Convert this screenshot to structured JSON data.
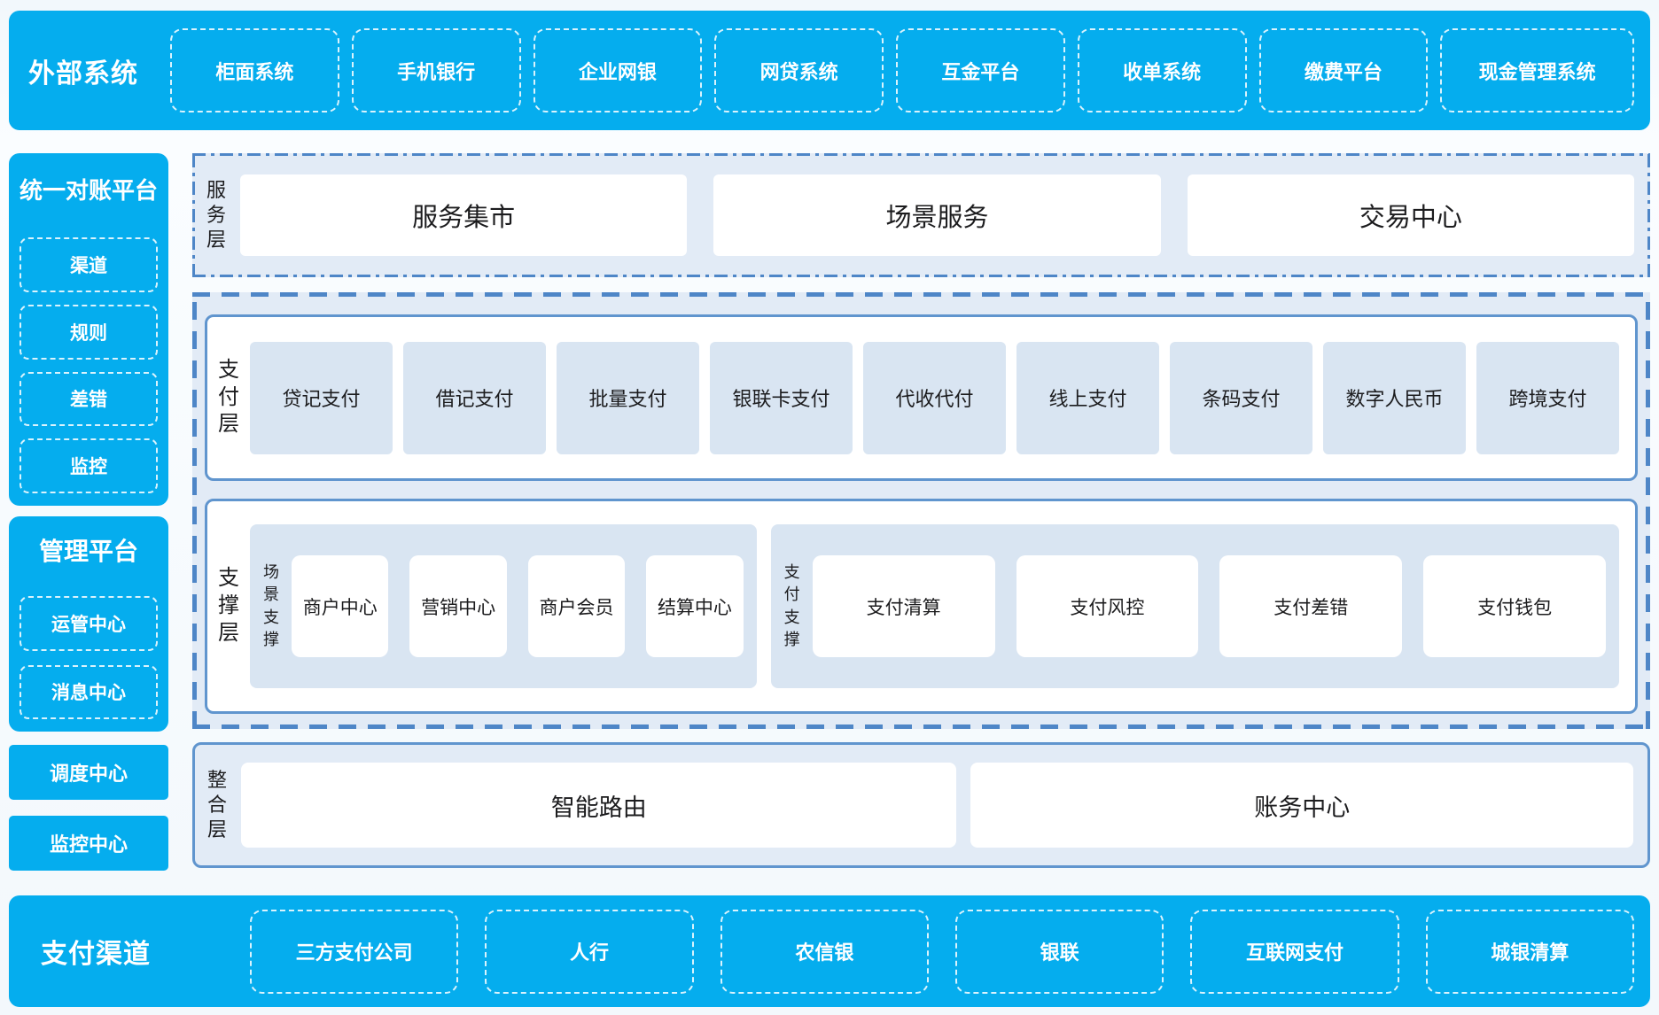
{
  "colors": {
    "accent_blue": "#05ADEE",
    "section_bg": "#E2EBF6",
    "tile_bg": "#D9E5F2",
    "panel_border": "#6095CE",
    "dash_border": "#4E86C7",
    "ink": "#1C1C1E"
  },
  "top_banner": {
    "title": "外部系统",
    "items": [
      "柜面系统",
      "手机银行",
      "企业网银",
      "网贷系统",
      "互金平台",
      "收单系统",
      "缴费平台",
      "现金管理系统"
    ]
  },
  "sidebar": {
    "recon_platform": {
      "title": "统一对账平台",
      "items": [
        "渠道",
        "规则",
        "差错",
        "监控"
      ]
    },
    "mgmt_platform": {
      "title": "管理平台",
      "items": [
        "运管中心",
        "消息中心"
      ]
    },
    "solo_items": [
      "调度中心",
      "监控中心"
    ]
  },
  "service_layer": {
    "label": "服务层",
    "items": [
      "服务集市",
      "场景服务",
      "交易中心"
    ]
  },
  "payment_layer": {
    "label": "支付层",
    "items": [
      "贷记支付",
      "借记支付",
      "批量支付",
      "银联卡支付",
      "代收代付",
      "线上支付",
      "条码支付",
      "数字人民币",
      "跨境支付"
    ]
  },
  "support_layer": {
    "label": "支撑层",
    "groups": [
      {
        "label": "场景支撑",
        "items": [
          "商户中心",
          "营销中心",
          "商户会员",
          "结算中心"
        ]
      },
      {
        "label": "支付支撑",
        "items": [
          "支付清算",
          "支付风控",
          "支付差错",
          "支付钱包"
        ]
      }
    ]
  },
  "integration_layer": {
    "label": "整合层",
    "items": [
      "智能路由",
      "账务中心"
    ]
  },
  "bottom_banner": {
    "title": "支付渠道",
    "items": [
      "三方支付公司",
      "人行",
      "农信银",
      "银联",
      "互联网支付",
      "城银清算"
    ]
  }
}
